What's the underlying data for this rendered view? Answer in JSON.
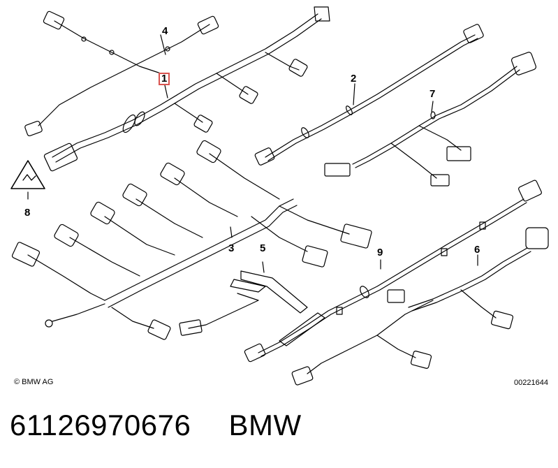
{
  "diagram": {
    "callouts": {
      "c1": "1",
      "c2": "2",
      "c3": "3",
      "c4": "4",
      "c5": "5",
      "c6": "6",
      "c7": "7",
      "c8": "8",
      "c9": "9"
    },
    "highlight_color": "#d9534f",
    "copyright": "© BMW AG",
    "drawing_id": "00221644"
  },
  "footer": {
    "part_number": "61126970676",
    "brand": "BMW"
  }
}
